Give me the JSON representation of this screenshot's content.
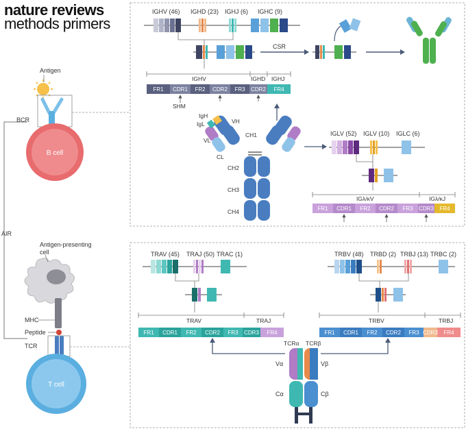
{
  "logo": {
    "line1": "nature reviews",
    "line2": "methods primers"
  },
  "left": {
    "antigen": "Antigen",
    "bcr": "BCR",
    "bcell": "B cell",
    "air": "AIR",
    "apc": "Antigen-presenting",
    "apc2": "cell",
    "mhc": "MHC",
    "peptide": "Peptide",
    "tcr": "TCR",
    "tcell": "T cell"
  },
  "bcr_panel": {
    "ighv": "IGHV (46)",
    "ighd": "IGHD (23)",
    "ighj": "IGHJ (6)",
    "ighc": "IGHC (9)",
    "csr": "CSR",
    "seg_ighv": "IGHV",
    "seg_ighd": "IGHD",
    "seg_ighj": "IGHJ",
    "regions": [
      "FR1",
      "CDR1",
      "FR2",
      "CDR2",
      "FR3",
      "CDR2",
      "FR4"
    ],
    "shm": "SHM",
    "igh": "IgH",
    "igl": "IgL",
    "vh": "VH",
    "vl": "VL",
    "ch1": "CH1",
    "cl": "CL",
    "ch2": "CH2",
    "ch3": "CH3",
    "ch4": "CH4",
    "iglv": "IGLV (52)",
    "iglv10": "IGLV (10)",
    "iglc": "IGLC (6)",
    "igkv": "IGλ/κV",
    "igkj": "IGλ/κJ",
    "lregions": [
      "FR1",
      "CDR1",
      "FR2",
      "CDR2",
      "FR3",
      "CDR3",
      "FR4"
    ]
  },
  "tcr_panel": {
    "trav": "TRAV (45)",
    "traj": "TRAJ (50)",
    "trac": "TRAC (1)",
    "trbv": "TRBV (48)",
    "trbd": "TRBD (2)",
    "trbj": "TRBJ (13)",
    "trbc": "TRBC (2)",
    "seg_trav": "TRAV",
    "seg_traj": "TRAJ",
    "seg_trbv": "TRBV",
    "seg_trbj": "TRBJ",
    "aregions": [
      "FR1",
      "CDR1",
      "FR2",
      "CDR2",
      "FR3",
      "CDR3",
      "FR4"
    ],
    "bregions": [
      "FR1",
      "CDR1",
      "FR2",
      "CDR2",
      "FR3",
      "CDR3",
      "FR4"
    ],
    "tcra": "TCRα",
    "tcrb": "TCRβ",
    "va": "Vα",
    "vb": "Vβ",
    "ca": "Cα",
    "cb": "Cβ"
  }
}
